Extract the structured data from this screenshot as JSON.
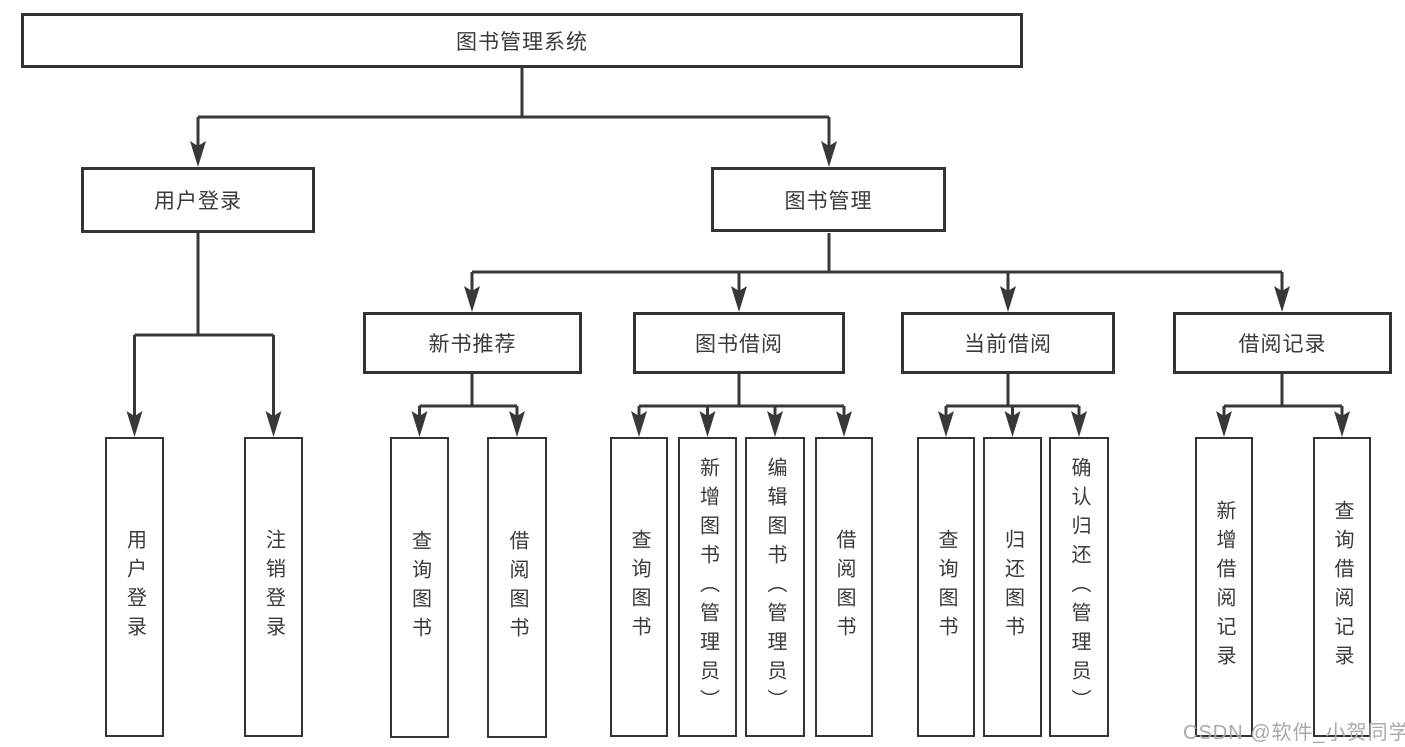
{
  "diagram": {
    "root": {
      "label": "图书管理系统"
    },
    "level2": [
      {
        "label": "用户登录"
      },
      {
        "label": "图书管理"
      }
    ],
    "level3": [
      {
        "label": "新书推荐"
      },
      {
        "label": "图书借阅"
      },
      {
        "label": "当前借阅"
      },
      {
        "label": "借阅记录"
      }
    ],
    "leaves": [
      {
        "label": "用户登录",
        "parent": "用户登录"
      },
      {
        "label": "注销登录",
        "parent": "用户登录"
      },
      {
        "label": "查询图书",
        "parent": "新书推荐"
      },
      {
        "label": "借阅图书",
        "parent": "新书推荐"
      },
      {
        "label": "查询图书",
        "parent": "图书借阅"
      },
      {
        "label": "新增图书（管理员）",
        "parent": "图书借阅"
      },
      {
        "label": "编辑图书（管理员）",
        "parent": "图书借阅"
      },
      {
        "label": "借阅图书",
        "parent": "图书借阅"
      },
      {
        "label": "查询图书",
        "parent": "当前借阅"
      },
      {
        "label": "归还图书",
        "parent": "当前借阅"
      },
      {
        "label": "确认归还（管理员）",
        "parent": "当前借阅"
      },
      {
        "label": "新增借阅记录",
        "parent": "借阅记录"
      },
      {
        "label": "查询借阅记录",
        "parent": "借阅记录"
      }
    ],
    "colors": {
      "line": "#383838",
      "box_border": "#333333",
      "text": "#3a3a3a",
      "background": "#ffffff"
    }
  },
  "watermark": {
    "text": "CSDN @软件_小贺同学",
    "color": "#a9a9a9"
  }
}
